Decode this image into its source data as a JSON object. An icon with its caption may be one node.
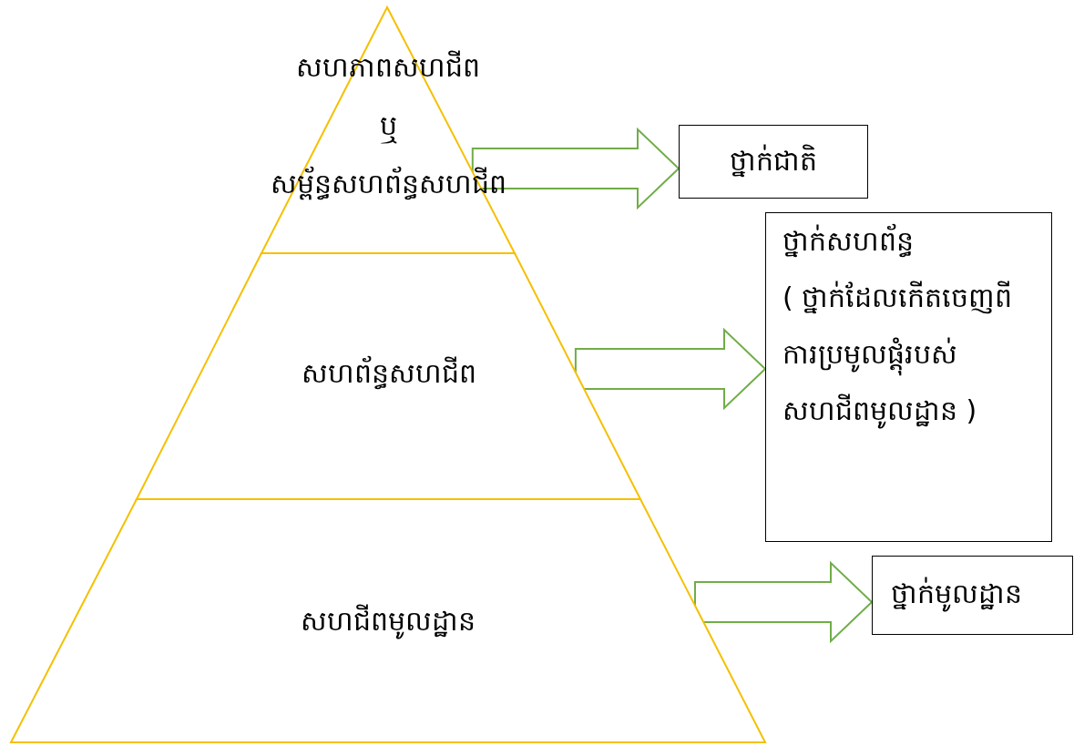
{
  "diagram": {
    "nodes": [
      {
        "text": [
          "សហភាពសហជីព",
          "ឬ",
          "សម្ព័ន្ធសហព័ន្ធសហជីព"
        ]
      },
      {
        "text": [
          "សហព័ន្ធសហជីព"
        ]
      },
      {
        "text": [
          "សហជីពមូលដ្ឋាន"
        ]
      },
      {
        "text": [
          "ថ្នាក់ជាតិ"
        ]
      },
      {
        "text": [
          "ថ្នាក់សហព័ន្ធ",
          "( ថ្នាក់ដែលកើតចេញពីការប្រមូលផ្តុំរបស់សហជីពមូលដ្ឋាន )"
        ]
      },
      {
        "text": [
          "ថ្នាក់មូលដ្ឋាន"
        ]
      }
    ],
    "edges": [
      {
        "from": 0,
        "to": 3,
        "arrow": "to"
      },
      {
        "from": 1,
        "to": 4,
        "arrow": "to"
      },
      {
        "from": 2,
        "to": 5,
        "arrow": "to"
      }
    ]
  }
}
